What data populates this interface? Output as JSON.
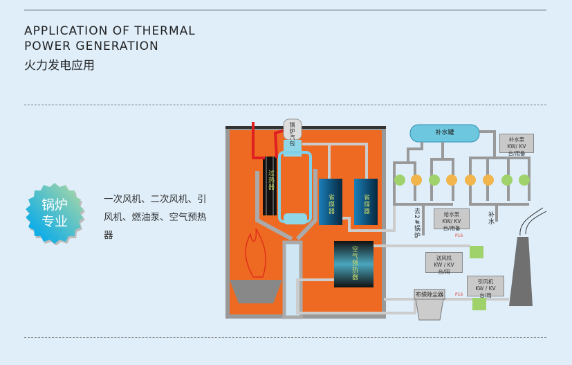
{
  "header": {
    "title_line1": "APPLICATION OF THERMAL",
    "title_line2": "POWER GENERATION",
    "subtitle": "火力发电应用"
  },
  "badge": {
    "line1": "锅炉",
    "line2": "专业"
  },
  "description": "一次风机、二次风机、引风机、燃油泵、空气预热器",
  "diagram": {
    "drum": "锅炉汽包",
    "superheater": "过热器",
    "economizer1": "省煤器",
    "economizer2": "省煤器",
    "air_preheater": "空气预热器",
    "makeup_tank": "补水罐",
    "makeup_pump": {
      "name": "补水泵",
      "rating": "KW/ KV",
      "units": "台/用备"
    },
    "feed_pump": {
      "name": "给水泵",
      "rating": "KW/ KV",
      "units": "台/用备"
    },
    "to_boiler2": "去2#锅炉",
    "makeup_water": "补水",
    "blower": {
      "name": "送风机",
      "rating": "KW / KV",
      "units": "台/用"
    },
    "induced_fan": {
      "name": "引风机",
      "rating": "KW / KV",
      "units": "台/用"
    },
    "bag_filter": "布袋除尘器",
    "valve1": "P16",
    "valve2": "P16"
  },
  "colors": {
    "furnace": "#ee6a22",
    "pipe": "#b8b8b8",
    "accent": "#00aee8"
  }
}
